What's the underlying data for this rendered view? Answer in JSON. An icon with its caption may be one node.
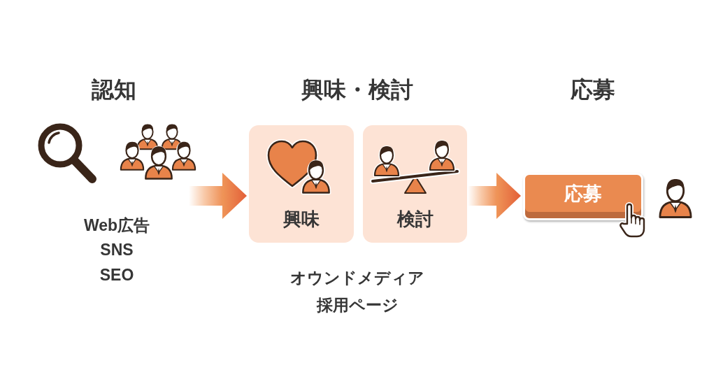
{
  "diagram": {
    "nodes": [
      {
        "text": [
          "興味"
        ]
      },
      {
        "text": [
          "検討"
        ]
      },
      {
        "text": [
          "応募"
        ]
      }
    ],
    "edges": [
      {
        "from": null,
        "to": 0,
        "arrow": "to"
      },
      {
        "from": 1,
        "to": 2,
        "arrow": "to"
      }
    ],
    "labels": [
      "認知",
      "興味・検討",
      "応募",
      "Web広告",
      "SNS",
      "SEO",
      "オウンドメディア",
      "採用ページ"
    ]
  }
}
